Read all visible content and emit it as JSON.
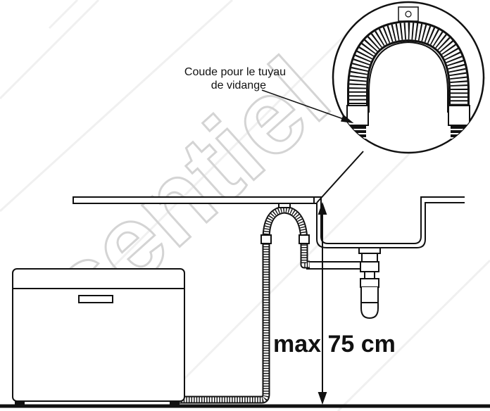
{
  "callout": {
    "line1": "Coude pour le tuyau",
    "line2": "de vidange"
  },
  "height_label": "max 75 cm",
  "watermark": "sentiel",
  "icons": [
    "hose-elbow-icon",
    "dishwasher-icon",
    "sink-icon",
    "drain-trap-icon",
    "dimension-arrow-icon"
  ]
}
